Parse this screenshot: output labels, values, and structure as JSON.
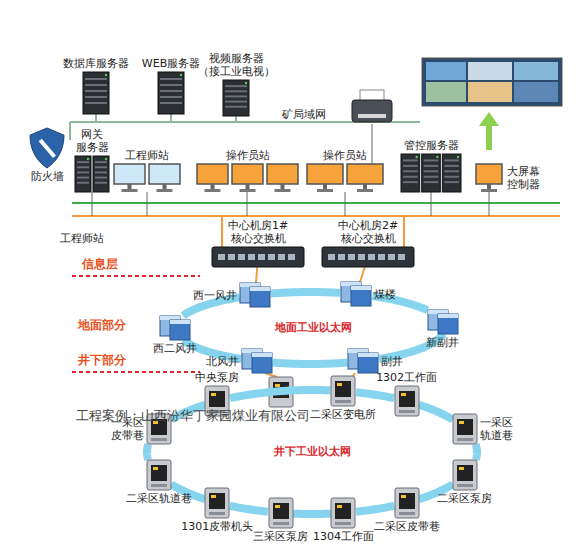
{
  "diagram": {
    "nodes": [
      {
        "text": [
          "数据库服务器"
        ]
      },
      {
        "text": [
          "WEB服务器"
        ]
      },
      {
        "text": [
          "视频服务器 （接工业电视）"
        ]
      },
      {
        "text": [
          "防火墙"
        ]
      },
      {
        "text": [
          "网关 服务器"
        ]
      },
      {
        "text": [
          "工程师站"
        ]
      },
      {
        "text": [
          "操作员站"
        ]
      },
      {
        "text": [
          "操作员站"
        ]
      },
      {
        "text": [
          "管控服务器"
        ]
      },
      {
        "text": [
          "大屏幕 控制器"
        ]
      },
      {
        "text": [
          "中心机房1# 核心交换机"
        ]
      },
      {
        "text": [
          "中心机房2# 核心交换机"
        ]
      },
      {
        "text": [
          "西一风井"
        ]
      },
      {
        "text": [
          "煤楼"
        ]
      },
      {
        "text": [
          "新副井"
        ]
      },
      {
        "text": [
          "副井"
        ]
      },
      {
        "text": [
          "北风井"
        ]
      },
      {
        "text": [
          "西二风井"
        ]
      },
      {
        "text": [
          "中央泵房"
        ]
      },
      {
        "text": [
          "二采区变电所"
        ]
      },
      {
        "text": [
          "1302工作面"
        ]
      },
      {
        "text": [
          "一采区 轨道巷"
        ]
      },
      {
        "text": [
          "二采区泵房"
        ]
      },
      {
        "text": [
          "二采区皮带巷"
        ]
      },
      {
        "text": [
          "1304工作面"
        ]
      },
      {
        "text": [
          "三采区泵房"
        ]
      },
      {
        "text": [
          "1301皮带机头"
        ]
      },
      {
        "text": [
          "二采区轨道巷"
        ]
      },
      {
        "text": [
          "一采区 皮带巷"
        ]
      }
    ],
    "edges": [
      {
        "from": 12,
        "to": 13,
        "arrow": "none"
      },
      {
        "from": 13,
        "to": 14,
        "arrow": "none"
      },
      {
        "from": 14,
        "to": 15,
        "arrow": "none"
      },
      {
        "from": 15,
        "to": 16,
        "arrow": "none"
      },
      {
        "from": 16,
        "to": 17,
        "arrow": "none"
      },
      {
        "from": 17,
        "to": 12,
        "arrow": "none"
      },
      {
        "from": 18,
        "to": 19,
        "arrow": "none"
      },
      {
        "from": 19,
        "to": 20,
        "arrow": "none"
      },
      {
        "from": 20,
        "to": 21,
        "arrow": "none"
      },
      {
        "from": 21,
        "to": 22,
        "arrow": "none"
      },
      {
        "from": 22,
        "to": 23,
        "arrow": "none"
      },
      {
        "from": 23,
        "to": 24,
        "arrow": "none"
      },
      {
        "from": 24,
        "to": 25,
        "arrow": "none"
      },
      {
        "from": 25,
        "to": 26,
        "arrow": "none"
      },
      {
        "from": 26,
        "to": 27,
        "arrow": "none"
      },
      {
        "from": 27,
        "to": 28,
        "arrow": "none"
      },
      {
        "from": 28,
        "to": 18,
        "arrow": "none"
      },
      {
        "from": 10,
        "to": 12,
        "arrow": "none"
      },
      {
        "from": 11,
        "to": 13,
        "arrow": "none"
      },
      {
        "from": 15,
        "to": 19,
        "arrow": "none"
      }
    ],
    "labels": [
      "矿局域网",
      "工程师站",
      "信息层",
      "地面部分",
      "地面工业以太网",
      "井下部分",
      "井下工业以太网",
      "工程案例：山西汾华丁家园煤业有限公司"
    ]
  }
}
